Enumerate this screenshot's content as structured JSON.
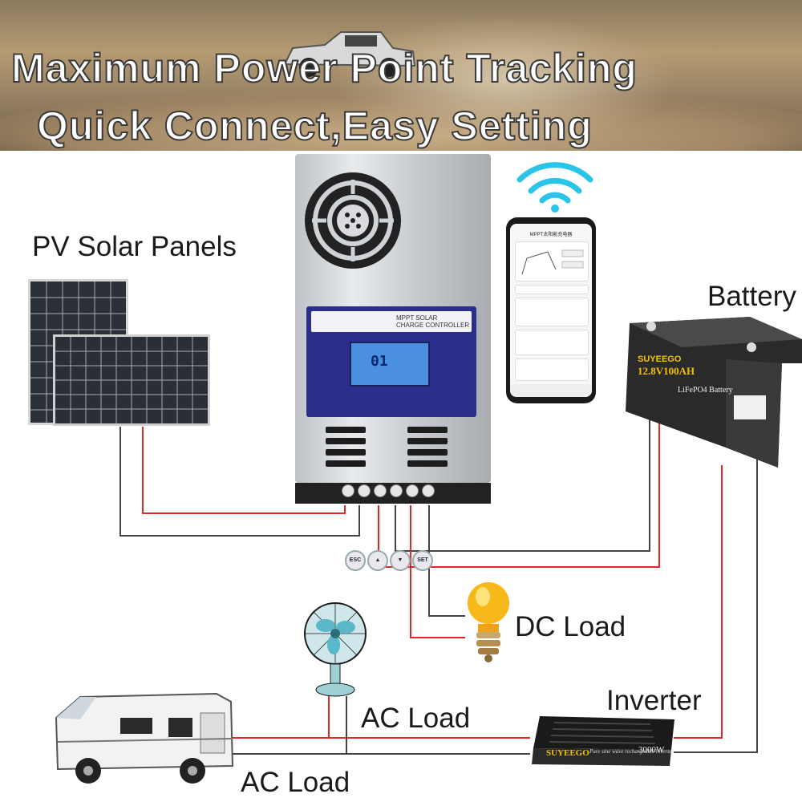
{
  "banner": {
    "line1": "Maximum Power Point Tracking",
    "line2": "Quick Connect,Easy Setting"
  },
  "labels": {
    "pv": "PV Solar Panels",
    "battery": "Battery",
    "dc_load": "DC Load",
    "inverter": "Inverter",
    "ac_load_fan": "AC Load",
    "ac_load_rv": "AC Load"
  },
  "controller": {
    "panel_line1": "MPPT SOLAR",
    "panel_line2": "CHARGE CONTROLLER",
    "display": "01",
    "buttons": [
      "ESC",
      "▲",
      "▼",
      "SET"
    ]
  },
  "phone": {
    "app_title": "MPPT太阳能充电器"
  },
  "battery": {
    "brand": "SUYEEGO",
    "spec": "12.8V100AH",
    "chem": "LiFePO4 Battery"
  },
  "inverter_device": {
    "brand": "SUYEEGO",
    "desc": "Pure sine wave rechargeable inverter",
    "power": "3000W"
  },
  "colors": {
    "positive_wire": "#e3262b",
    "negative_wire": "#444444",
    "controller_panel": "#2a2e8c",
    "lcd": "#4a8fe0"
  }
}
